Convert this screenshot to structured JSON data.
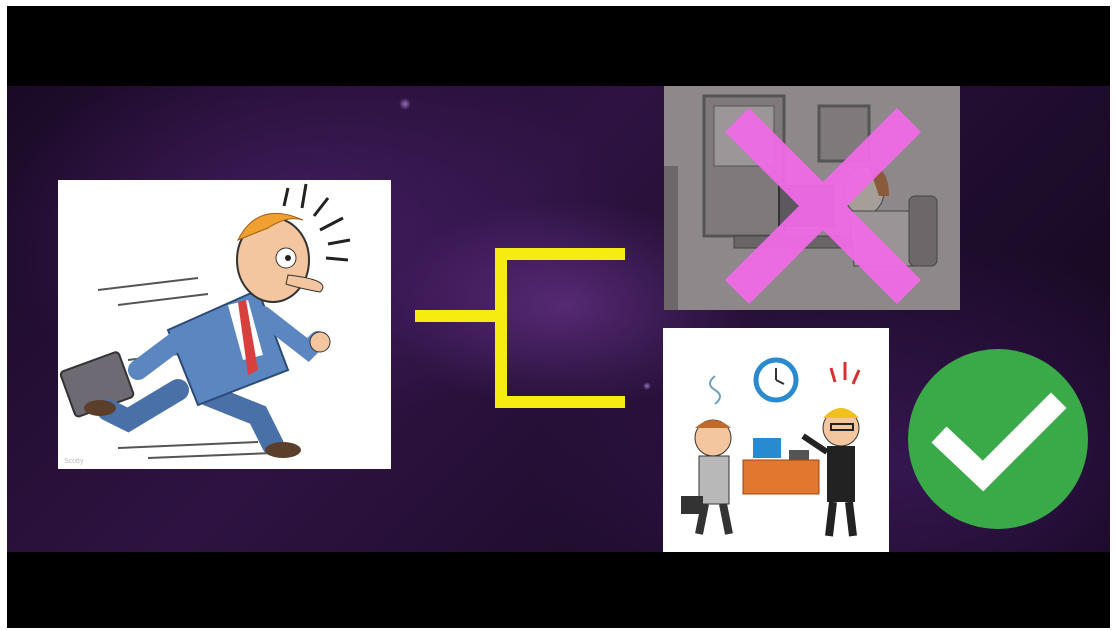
{
  "watermark": "Scotty",
  "colors": {
    "bracket": "#f5ec12",
    "cross": "#f06be6",
    "check_circle": "#3aaa48",
    "check_mark": "#ffffff",
    "background": "#2a1138"
  },
  "icons": {
    "running_man": "running-businessman-illustration",
    "office": "office-worker-desk-illustration",
    "cross": "x-mark-icon",
    "boss": "late-employee-boss-illustration",
    "clock": "clock-icon",
    "check": "check-mark-icon"
  }
}
